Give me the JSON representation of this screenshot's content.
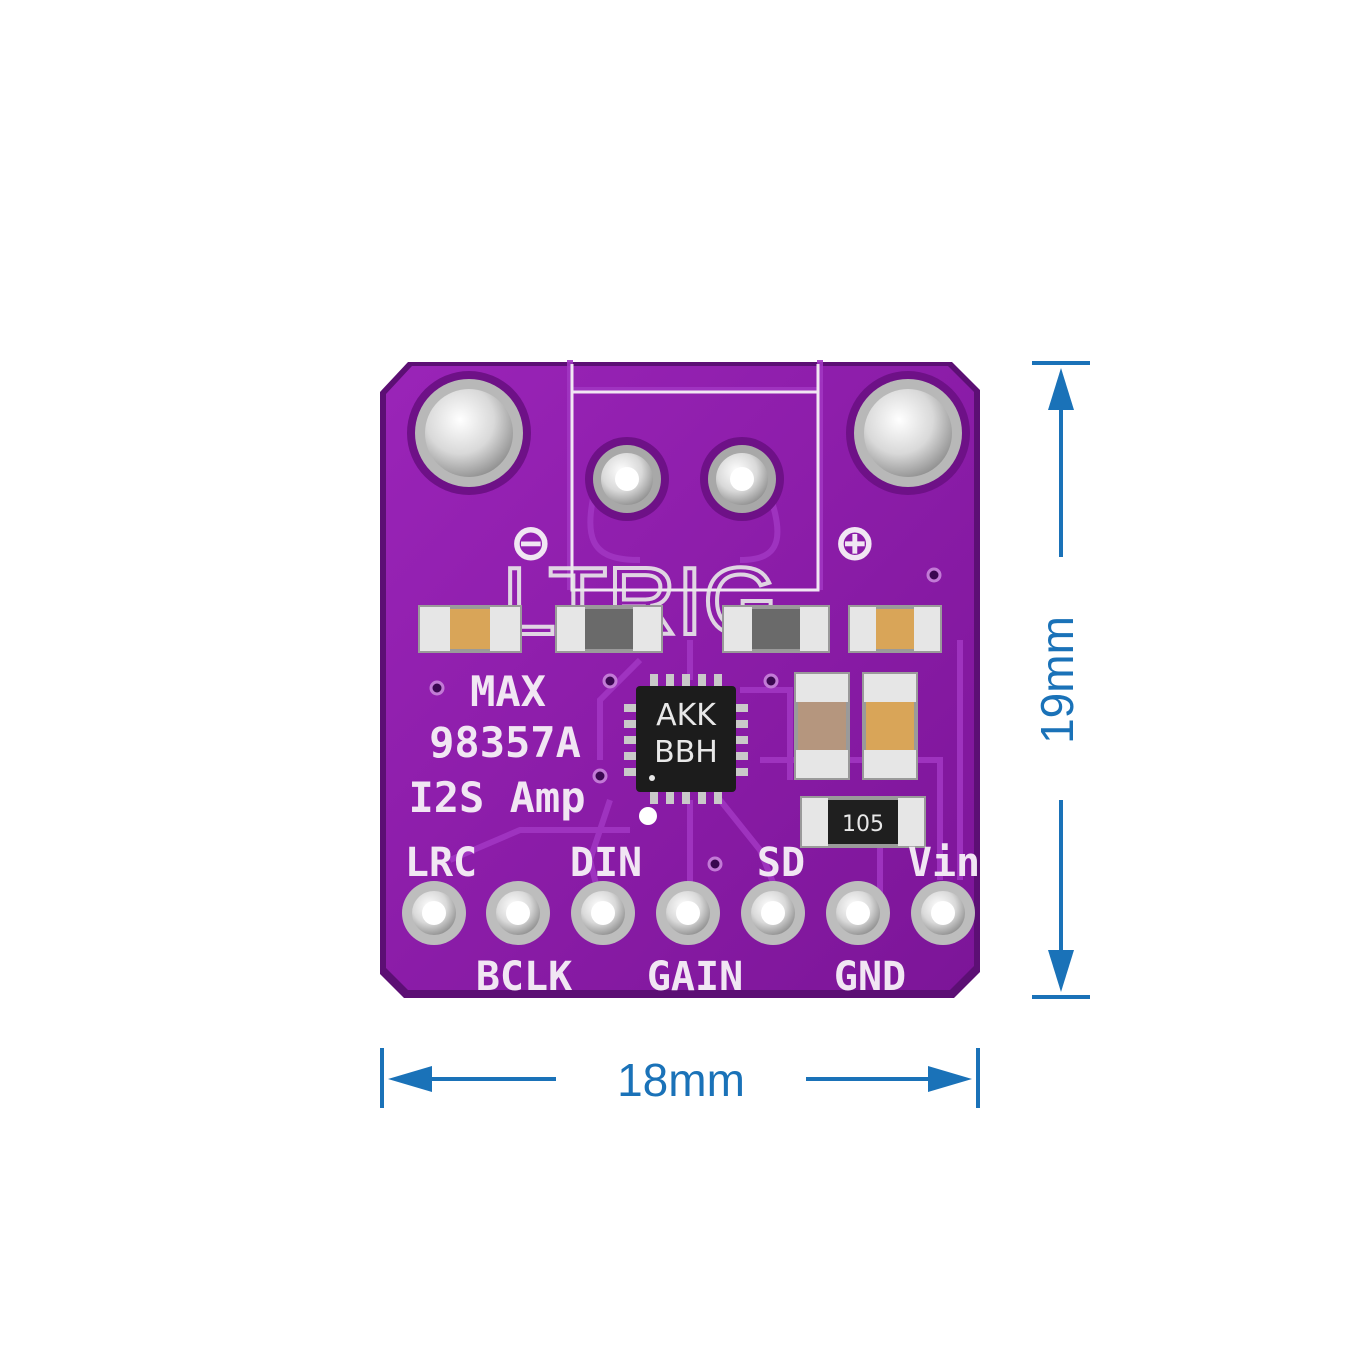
{
  "product": {
    "board_label": [
      "MAX",
      "98357A",
      "I2S Amp"
    ],
    "chip_marking": [
      "AKK",
      "BBH"
    ],
    "resistor_marking": "105",
    "terminal_negative": "⊖",
    "terminal_positive": "⊕",
    "watermark": "LTRIG"
  },
  "pins_top": [
    "LRC",
    "DIN",
    "SD",
    "Vin"
  ],
  "pins_bottom": [
    "BCLK",
    "GAIN",
    "GND"
  ],
  "dimensions": {
    "height": "19mm",
    "width": "18mm"
  },
  "colors": {
    "pcb": "#8a1aa8",
    "silkscreen": "#f1e6f3",
    "dimension": "#1a72b8"
  }
}
